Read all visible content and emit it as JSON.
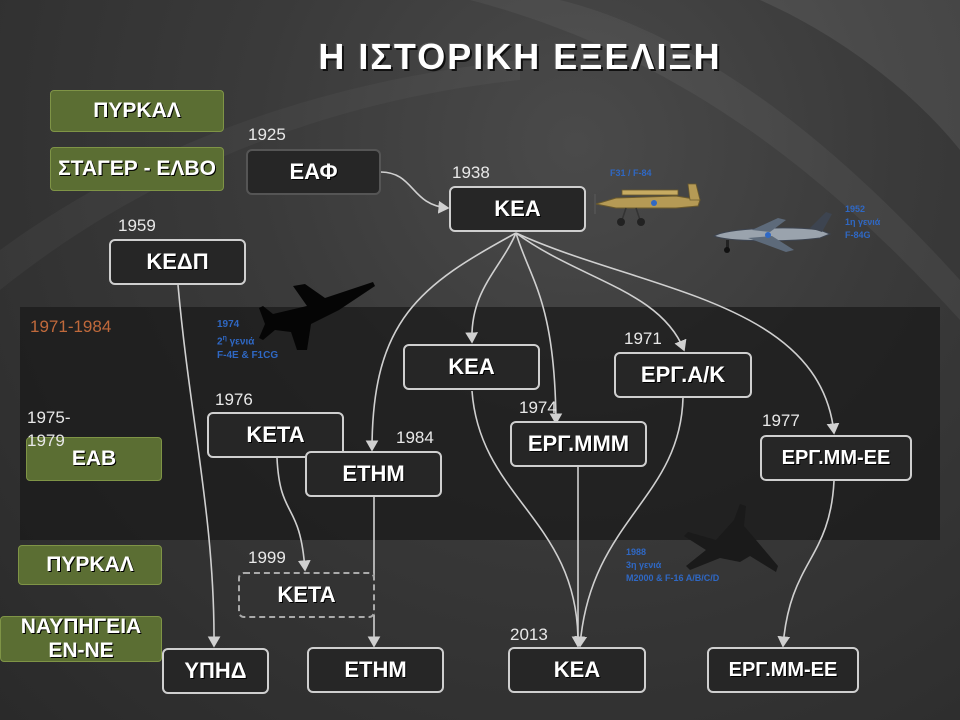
{
  "title": "Η ΙΣΤΟΡΙΚΗ ΕΞΕΛΙΞΗ",
  "period_label": "1971-1984",
  "boxes": {
    "eaf": "ΕΑΦ",
    "kea_1938": "ΚΕΑ",
    "kedp": "ΚΕΔΠ",
    "kea_mid": "ΚΕΑ",
    "erg_ak": "ΕΡΓ.Α/Κ",
    "keta_1976": "ΚΕΤΑ",
    "erg_mmm": "ΕΡΓ.ΜΜΜ",
    "ethm_1984": "ΕΤΗΜ",
    "erg_mmee_1977": "ΕΡΓ.ΜΜ-ΕΕ",
    "keta_1999": "ΚΕΤΑ",
    "yphd": "ΥΠΗΔ",
    "ethm_2013": "ΕΤΗΜ",
    "kea_2013": "ΚΕΑ",
    "erg_mmee_2013": "ΕΡΓ.ΜΜ-ΕΕ"
  },
  "tags": {
    "pyrkal_top": "ΠΥΡΚΑΛ",
    "stager_elvo": "ΣΤΑΓΕΡ - ΕΛΒΟ",
    "eav": "ΕΑΒ",
    "pyrkal_bottom": "ΠΥΡΚΑΛ",
    "nafpigeia": "ΝΑΥΠΗΓΕΙΑ ΕΝ-ΝΕ"
  },
  "years": {
    "y1925": "1925",
    "y1938": "1938",
    "y1959": "1959",
    "y1971": "1971",
    "y1976": "1976",
    "y1984": "1984",
    "y1974": "1974",
    "y1977": "1977",
    "y1975": "1975-",
    "y1979": "1979",
    "y1999": "1999",
    "y2013": "2013"
  },
  "notes": {
    "n1974_year": "1974",
    "n1974_gen": "2",
    "n1974_gen_sup": "η",
    "n1974_gen_word": " γενιά",
    "n1974_types": "F-4E & F1CG",
    "plane1_label": "F31 / F-84",
    "plane2_year": "1952",
    "plane2_gen": "1η γενιά",
    "plane2_type": "F-84G",
    "n1988_year": "1988",
    "n1988_gen": "3η γενιά",
    "n1988_types": "M2000 & F-16 A/B/C/D"
  },
  "colors": {
    "box_fill": "#262626",
    "box_border": "#cfcfcf",
    "tag_fill": "#5b6e33",
    "year_text": "#e8e8e8",
    "period_text": "#c0693b",
    "note_text": "#2f68c4",
    "connector": "#d0d0d0"
  }
}
